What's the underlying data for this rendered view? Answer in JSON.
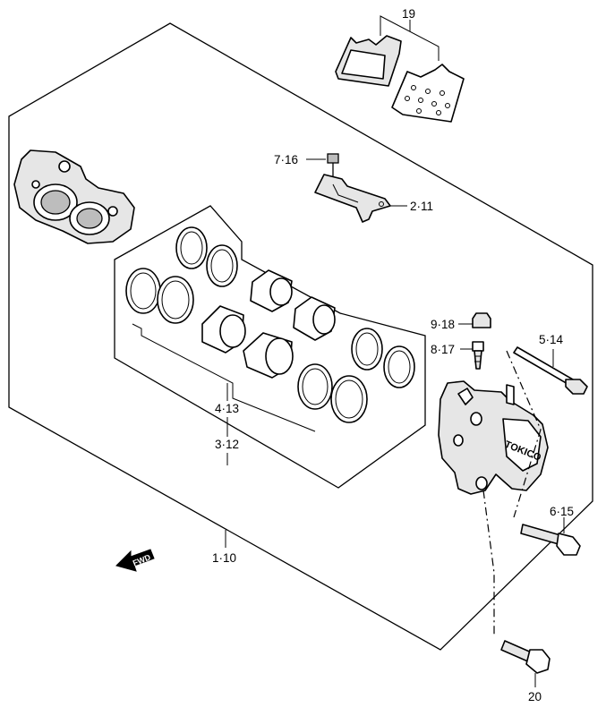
{
  "callouts": {
    "pads": "19",
    "screw_top": "7·16",
    "pad_spring": "2·11",
    "bleeder_cap": "9·18",
    "bleeder_valve": "8·17",
    "pin_long": "5·14",
    "seal_group_inner": "4·13",
    "seal_group_outer": "3·12",
    "caliper_assy": "1·10",
    "pin_bolt": "6·15",
    "mount_bolt": "20"
  },
  "direction_marker": "FWD",
  "caliper_marking": "TOKICO"
}
